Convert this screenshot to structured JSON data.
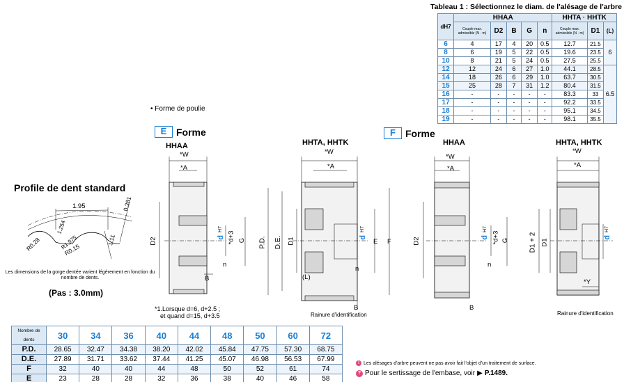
{
  "bore_table": {
    "title": "Tableau 1 : Sélectionnez le diam. de l'alésage de l'arbre",
    "group_hhaa": "HHAA",
    "group_hhta": "HHTA · HHTK",
    "col_d": "dH7",
    "col_torque": "Couple max. admissible (N · m)",
    "col_d2": "D2",
    "col_b": "B",
    "col_g": "G",
    "col_n": "n",
    "col_d1": "D1",
    "col_l": "(L)",
    "rows": [
      {
        "d": "6",
        "t1": "4",
        "d2": "17",
        "b": "4",
        "g": "20",
        "n": "0.5",
        "t2": "12.7",
        "d1": "21.5"
      },
      {
        "d": "8",
        "t1": "6",
        "d2": "19",
        "b": "5",
        "g": "22",
        "n": "0.5",
        "t2": "19.6",
        "d1": "23.5"
      },
      {
        "d": "10",
        "t1": "8",
        "d2": "21",
        "b": "5",
        "g": "24",
        "n": "0.5",
        "t2": "27.5",
        "d1": "25.5"
      },
      {
        "d": "12",
        "t1": "12",
        "d2": "24",
        "b": "6",
        "g": "27",
        "n": "1.0",
        "t2": "44.1",
        "d1": "28.5"
      },
      {
        "d": "14",
        "t1": "18",
        "d2": "26",
        "b": "6",
        "g": "29",
        "n": "1.0",
        "t2": "63.7",
        "d1": "30.5"
      },
      {
        "d": "15",
        "t1": "25",
        "d2": "28",
        "b": "7",
        "g": "31",
        "n": "1.2",
        "t2": "80.4",
        "d1": "31.5"
      },
      {
        "d": "16",
        "t1": "-",
        "d2": "-",
        "b": "-",
        "g": "-",
        "n": "-",
        "t2": "83.3",
        "d1": "33"
      },
      {
        "d": "17",
        "t1": "-",
        "d2": "-",
        "b": "-",
        "g": "-",
        "n": "-",
        "t2": "92.2",
        "d1": "33.5"
      },
      {
        "d": "18",
        "t1": "-",
        "d2": "-",
        "b": "-",
        "g": "-",
        "n": "-",
        "t2": "95.1",
        "d1": "34.5"
      },
      {
        "d": "19",
        "t1": "-",
        "d2": "-",
        "b": "-",
        "g": "-",
        "n": "-",
        "t2": "98.1",
        "d1": "35.5"
      }
    ],
    "l_values": [
      "6",
      "6.5"
    ]
  },
  "pulley_shape_title": "• Forme de poulie",
  "forme_word": "Forme",
  "forme_e_letter": "E",
  "forme_f_letter": "F",
  "fig_hhaa_e": "HHAA",
  "fig_hhta_e": "HHTA, HHTK",
  "fig_hhaa_f": "HHAA",
  "fig_hhta_f": "HHTA, HHTK",
  "dims": {
    "w": "*W",
    "a": "*A",
    "d2": "D2",
    "d": "d",
    "h7": "H7",
    "d_plus_3": "*d+3",
    "g": "G",
    "n": "n",
    "b": "B",
    "pd": "P.D.",
    "de": "D.E.",
    "d1": "D1",
    "e": "E",
    "f": "F",
    "l": "(L)",
    "d1_plus_2": "D1 + 2",
    "y": "*Y",
    "ident": "Rainure d'identification"
  },
  "profile": {
    "title": "Profile de dent standard",
    "dim_195": "1.95",
    "dim_0381": "0.381",
    "dim_r028": "R0.28",
    "dim_1254": "1.254",
    "dim_r1975": "R1.975",
    "dim_r015": "R0.15",
    "dim_111": "1.11",
    "note": "Les dimensions de la gorge dentée varient légèrement en fonction du nombre de dents.",
    "pitch": "(Pas : 3.0mm)"
  },
  "note_star": {
    "line1": "*1.Lorsque d=6, d+2.5 ;",
    "line2": "et quand d=15, d+3.5"
  },
  "teeth_table": {
    "corner": "Nombre de dents",
    "teeth": [
      "30",
      "34",
      "36",
      "40",
      "44",
      "48",
      "50",
      "60",
      "72"
    ],
    "rows": [
      {
        "label": "P.D.",
        "values": [
          "28.65",
          "32.47",
          "34.38",
          "38.20",
          "42.02",
          "45.84",
          "47.75",
          "57.30",
          "68.75"
        ]
      },
      {
        "label": "D.E.",
        "values": [
          "27.89",
          "31.71",
          "33.62",
          "37.44",
          "41.25",
          "45.07",
          "46.98",
          "56.53",
          "67.99"
        ]
      },
      {
        "label": "F",
        "values": [
          "32",
          "40",
          "40",
          "44",
          "48",
          "50",
          "52",
          "61",
          "74"
        ]
      },
      {
        "label": "E",
        "values": [
          "23",
          "28",
          "28",
          "32",
          "36",
          "38",
          "40",
          "46",
          "58"
        ]
      }
    ]
  },
  "footnotes": {
    "bore": "Les alésages d'arbre peuvent ne pas avoir fait l'objet d'un traitement de surface.",
    "crimp": "Pour le sertissage de l'embase, voir",
    "crimp_ref": "P.1489."
  },
  "colors": {
    "accent": "#1a7fd4",
    "table_header": "#dce9f5",
    "table_band": "#edf4fb",
    "mark": "#e0487b"
  }
}
